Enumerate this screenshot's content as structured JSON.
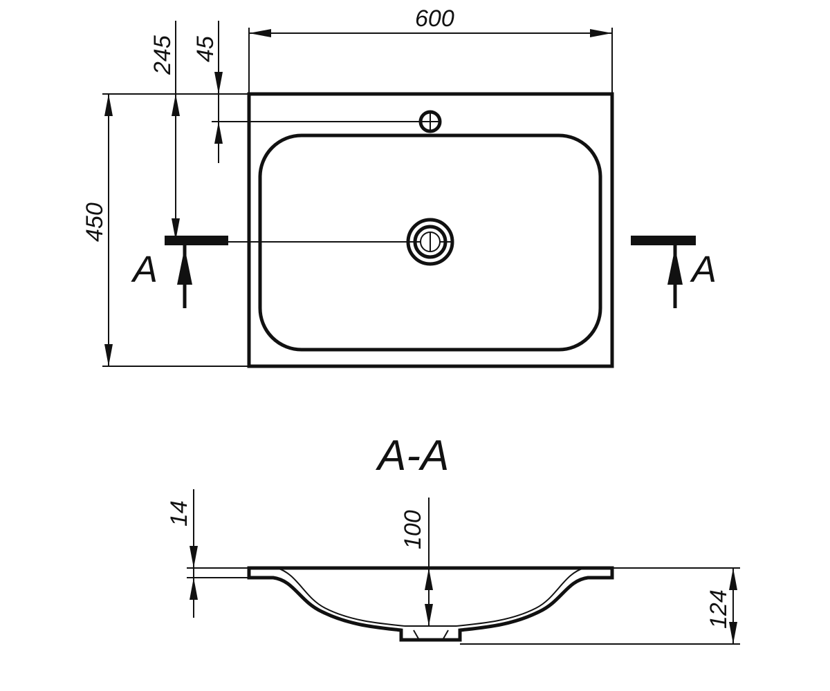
{
  "dimensions": {
    "width": "600",
    "overall_depth": "450",
    "drain_offset": "245",
    "tap_hole_offset": "45",
    "rim_thickness": "14",
    "bowl_depth": "100",
    "total_height": "124"
  },
  "section_marks": {
    "left": "A",
    "right": "A",
    "section_title": "A-A"
  },
  "colors": {
    "line": "#111111",
    "background": "#ffffff"
  }
}
